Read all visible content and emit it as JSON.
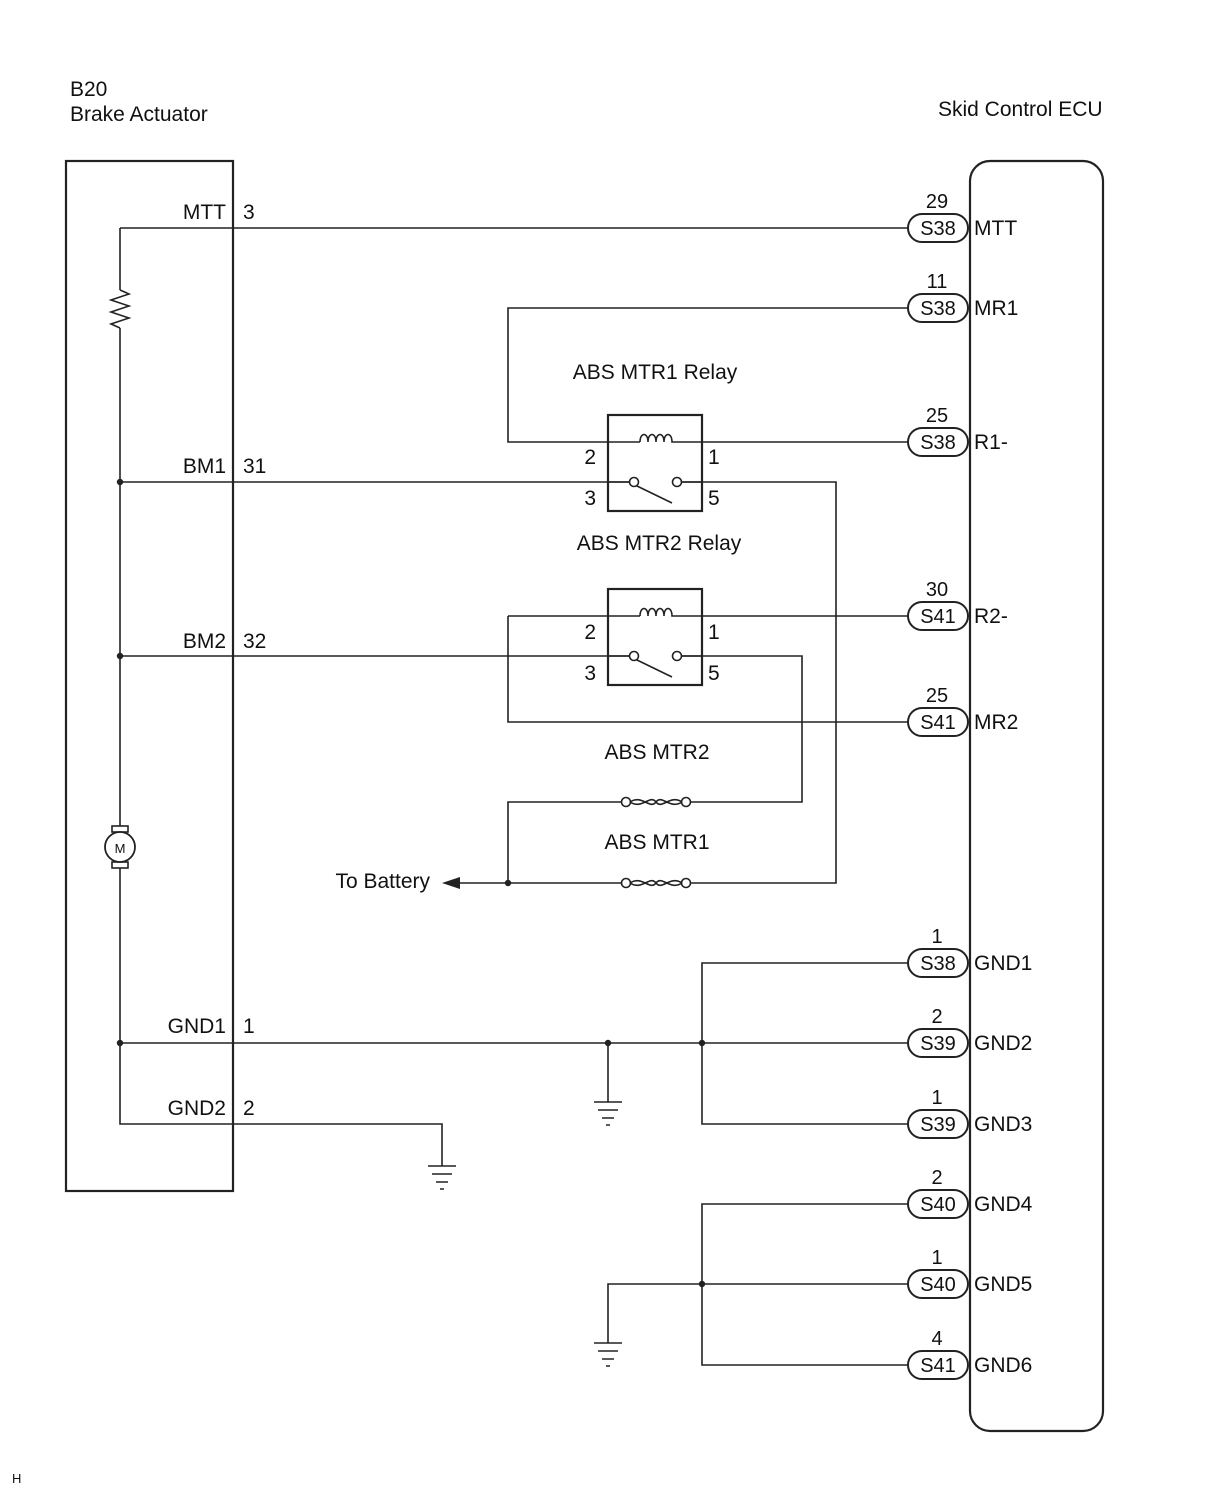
{
  "actuator": {
    "code": "B20",
    "name": "Brake Actuator",
    "pins": [
      {
        "name": "MTT",
        "num": "3"
      },
      {
        "name": "BM1",
        "num": "31"
      },
      {
        "name": "BM2",
        "num": "32"
      },
      {
        "name": "GND1",
        "num": "1"
      },
      {
        "name": "GND2",
        "num": "2"
      }
    ],
    "motor_symbol": "M"
  },
  "ecu": {
    "name": "Skid Control ECU",
    "terminals": [
      {
        "pin": "29",
        "conn": "S38",
        "name": "MTT"
      },
      {
        "pin": "11",
        "conn": "S38",
        "name": "MR1"
      },
      {
        "pin": "25",
        "conn": "S38",
        "name": "R1-"
      },
      {
        "pin": "30",
        "conn": "S41",
        "name": "R2-"
      },
      {
        "pin": "25",
        "conn": "S41",
        "name": "MR2"
      },
      {
        "pin": "1",
        "conn": "S38",
        "name": "GND1"
      },
      {
        "pin": "2",
        "conn": "S39",
        "name": "GND2"
      },
      {
        "pin": "1",
        "conn": "S39",
        "name": "GND3"
      },
      {
        "pin": "2",
        "conn": "S40",
        "name": "GND4"
      },
      {
        "pin": "1",
        "conn": "S40",
        "name": "GND5"
      },
      {
        "pin": "4",
        "conn": "S41",
        "name": "GND6"
      }
    ]
  },
  "relays": [
    {
      "name": "ABS MTR1 Relay",
      "pins": [
        "2",
        "1",
        "3",
        "5"
      ]
    },
    {
      "name": "ABS MTR2 Relay",
      "pins": [
        "2",
        "1",
        "3",
        "5"
      ]
    }
  ],
  "fuses": [
    {
      "name": "ABS MTR2"
    },
    {
      "name": "ABS MTR1"
    }
  ],
  "battery_label": "To Battery",
  "corner_mark": "H"
}
